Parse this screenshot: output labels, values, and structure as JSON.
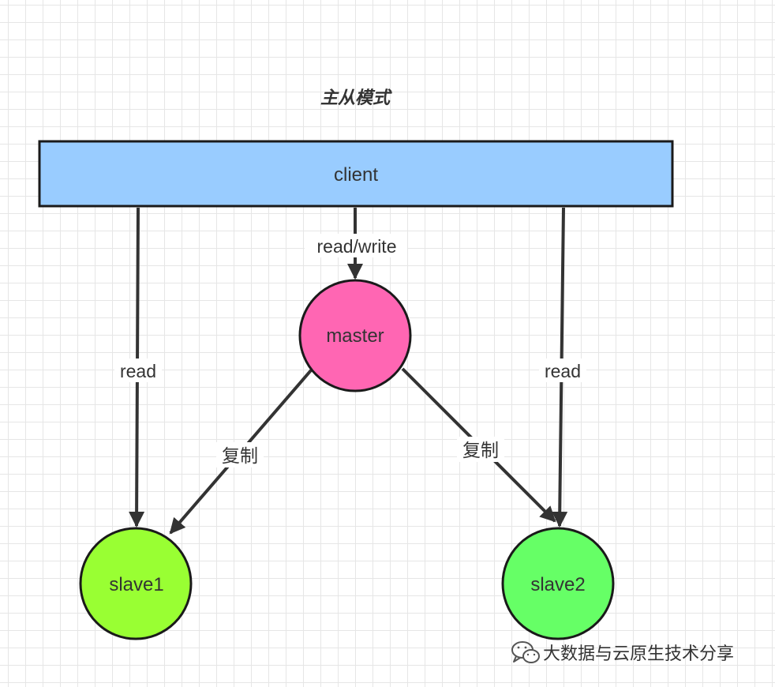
{
  "title": "主从模式",
  "colors": {
    "client_fill": "#99ccff",
    "master_fill": "#ff66b3",
    "slave1_fill": "#99ff33",
    "slave2_fill": "#66ff66",
    "edge": "#333333",
    "grid": "#e6e6e6"
  },
  "nodes": {
    "client": {
      "label": "client"
    },
    "master": {
      "label": "master"
    },
    "slave1": {
      "label": "slave1"
    },
    "slave2": {
      "label": "slave2"
    }
  },
  "edges": {
    "client_master": {
      "label": "read/write"
    },
    "client_slave1": {
      "label": "read"
    },
    "client_slave2": {
      "label": "read"
    },
    "master_slave1": {
      "label": "复制"
    },
    "master_slave2": {
      "label": "复制"
    }
  },
  "watermark": {
    "icon": "wechat-icon",
    "text": "大数据与云原生技术分享"
  }
}
